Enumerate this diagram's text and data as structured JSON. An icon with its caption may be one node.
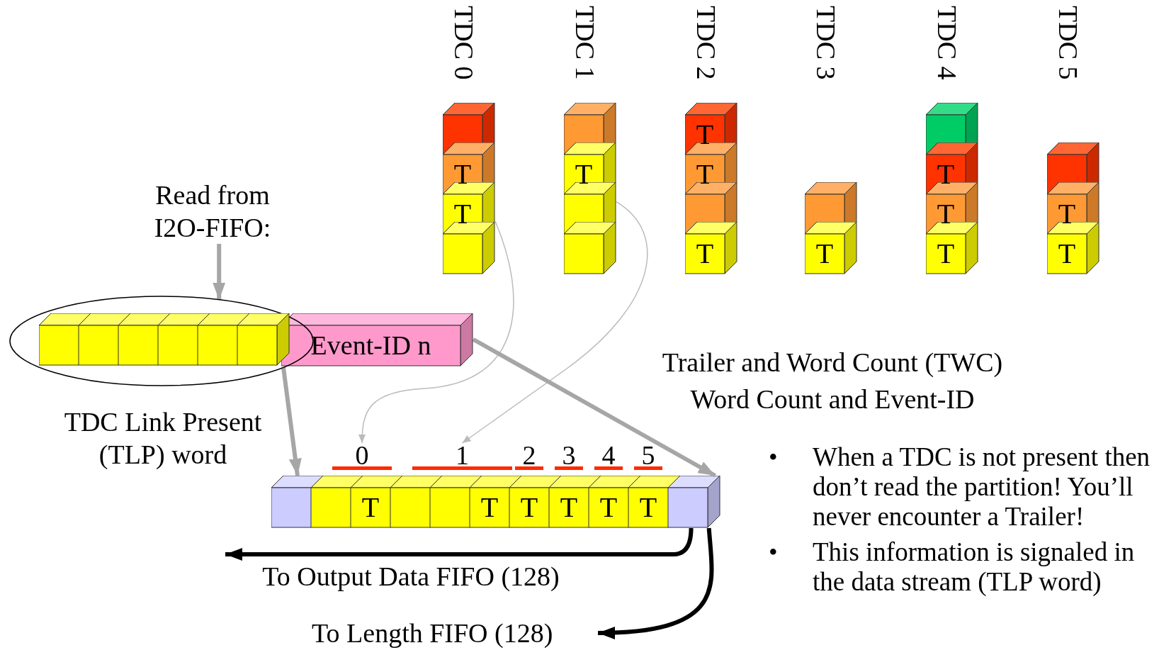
{
  "diagram": {
    "nodes": [
      {
        "text": [
          "TDC 0"
        ]
      },
      {
        "text": [],
        "shape": "box",
        "in": 0
      },
      {
        "text": [
          "T"
        ],
        "in": 0
      },
      {
        "text": [
          "T"
        ],
        "in": 0
      },
      {
        "text": [],
        "shape": "box",
        "in": 0
      },
      {
        "text": [
          "TDC 1"
        ]
      },
      {
        "text": [],
        "shape": "box",
        "in": 5
      },
      {
        "text": [
          "T"
        ],
        "in": 5
      },
      {
        "text": [],
        "shape": "box",
        "in": 5
      },
      {
        "text": [],
        "shape": "box",
        "in": 5
      },
      {
        "text": [
          "TDC 2"
        ]
      },
      {
        "text": [
          "T"
        ],
        "in": 10
      },
      {
        "text": [
          "T"
        ],
        "in": 10
      },
      {
        "text": [],
        "shape": "box",
        "in": 10
      },
      {
        "text": [
          "T"
        ],
        "in": 10
      },
      {
        "text": [
          "TDC 3"
        ]
      },
      {
        "text": [],
        "shape": "box",
        "in": 15
      },
      {
        "text": [
          "T"
        ],
        "in": 15
      },
      {
        "text": [
          "TDC 4"
        ]
      },
      {
        "text": [],
        "shape": "box",
        "in": 18
      },
      {
        "text": [
          "T"
        ],
        "in": 18
      },
      {
        "text": [
          "T"
        ],
        "in": 18
      },
      {
        "text": [
          "T"
        ],
        "in": 18
      },
      {
        "text": [
          "TDC 5"
        ]
      },
      {
        "text": [],
        "shape": "box",
        "in": 23
      },
      {
        "text": [
          "T"
        ],
        "in": 23
      },
      {
        "text": [
          "T"
        ],
        "in": 23
      },
      {
        "text": [
          "Read from I2O-FIFO:"
        ]
      },
      {
        "text": [],
        "shape": "ellipse"
      },
      {
        "text": [],
        "shape": "box",
        "in": 28
      },
      {
        "text": [],
        "shape": "box",
        "in": 28
      },
      {
        "text": [],
        "shape": "box",
        "in": 28
      },
      {
        "text": [],
        "shape": "box",
        "in": 28
      },
      {
        "text": [],
        "shape": "box",
        "in": 28
      },
      {
        "text": [],
        "shape": "box",
        "in": 28
      },
      {
        "text": [
          "Event-ID n"
        ]
      },
      {
        "text": [
          "0"
        ]
      },
      {
        "text": [
          "1"
        ]
      },
      {
        "text": [],
        "shape": "box"
      },
      {
        "text": [],
        "shape": "box"
      },
      {
        "text": [
          "T"
        ]
      },
      {
        "text": [],
        "shape": "box"
      },
      {
        "text": [],
        "shape": "box"
      },
      {
        "text": [
          "T"
        ]
      },
      {
        "text": [
          "T"
        ]
      },
      {
        "text": [
          "T"
        ]
      },
      {
        "text": [
          "T"
        ]
      },
      {
        "text": [
          "T"
        ]
      },
      {
        "text": [],
        "shape": "box"
      },
      {
        "text": [
          "To Length FIFO (128)"
        ]
      },
      {
        "text": [
          "2"
        ]
      },
      {
        "text": [
          "3"
        ]
      },
      {
        "text": [
          "4"
        ]
      },
      {
        "text": [
          "5"
        ]
      }
    ],
    "edges": [
      {
        "from": 27,
        "to": 28,
        "arrow": "to"
      },
      {
        "from": 0,
        "to": 36,
        "arrow": "to",
        "color": "#bbbbbb"
      },
      {
        "from": 5,
        "to": 37,
        "arrow": "to",
        "color": "#bbbbbb"
      },
      {
        "from": 28,
        "to": 38,
        "arrow": "to"
      },
      {
        "from": 35,
        "to": 48,
        "arrow": "to"
      },
      {
        "from": 48,
        "to": null,
        "arrow": "to",
        "color": "#000000",
        "label": "To Output Data FIFO (128)"
      },
      {
        "from": 48,
        "to": 49,
        "arrow": "to",
        "color": "#000000"
      }
    ],
    "labels": [
      "Trailer and Word Count (TWC)",
      "Word Count and Event-ID",
      "TDC Link Present (TLP) word",
      "•",
      "When a TDC is not present then don’t read the partition! You’ll never encounter a Trailer!",
      "•",
      "This information is signaled in the data stream (TLP word)"
    ]
  }
}
